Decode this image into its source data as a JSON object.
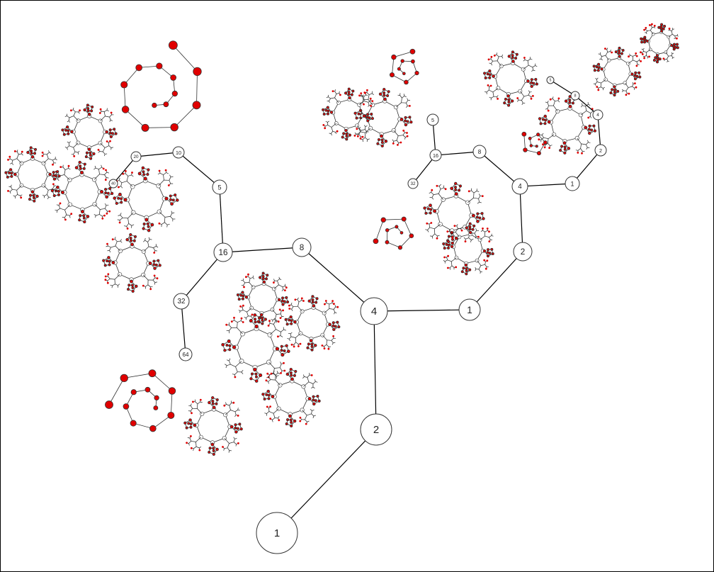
{
  "graph": {
    "colors": {
      "background": "#ffffff",
      "node_fill": "#ffffff",
      "node_stroke": "#333333",
      "edge": "#000000",
      "highlight": "#e00000"
    },
    "nodes": [
      {
        "id": "n1",
        "label": "1"
      },
      {
        "id": "n2",
        "label": "2"
      },
      {
        "id": "n4",
        "label": "4"
      },
      {
        "id": "n8",
        "label": "8"
      },
      {
        "id": "n16",
        "label": "16"
      },
      {
        "id": "n32",
        "label": "32"
      },
      {
        "id": "n64",
        "label": "64"
      },
      {
        "id": "n5",
        "label": "5"
      },
      {
        "id": "n10",
        "label": "10"
      },
      {
        "id": "na1",
        "label": "1"
      },
      {
        "id": "na2",
        "label": "2"
      },
      {
        "id": "na4",
        "label": "4"
      },
      {
        "id": "na8",
        "label": "8"
      },
      {
        "id": "na16",
        "label": "16"
      },
      {
        "id": "na32",
        "label": "32"
      },
      {
        "id": "na5",
        "label": "5"
      },
      {
        "id": "nb1",
        "label": "1"
      },
      {
        "id": "nb2",
        "label": "2"
      },
      {
        "id": "nb4",
        "label": "4"
      },
      {
        "id": "nb8",
        "label": "8"
      },
      {
        "id": "nb5",
        "label": "5"
      },
      {
        "id": "nc20",
        "label": "20"
      },
      {
        "id": "nc40",
        "label": "40"
      }
    ],
    "edges": [
      [
        "n1",
        "n2"
      ],
      [
        "n2",
        "n4"
      ],
      [
        "n4",
        "n8"
      ],
      [
        "n8",
        "n16"
      ],
      [
        "n16",
        "n32"
      ],
      [
        "n32",
        "n64"
      ],
      [
        "n16",
        "n5"
      ],
      [
        "n5",
        "n10"
      ],
      [
        "n4",
        "na1"
      ],
      [
        "na1",
        "na2"
      ],
      [
        "na2",
        "na4"
      ],
      [
        "na4",
        "na8"
      ],
      [
        "na8",
        "na16"
      ],
      [
        "na16",
        "na32"
      ],
      [
        "na16",
        "na5"
      ],
      [
        "na4",
        "nb1"
      ],
      [
        "nb1",
        "nb2"
      ],
      [
        "nb2",
        "nb4"
      ],
      [
        "nb4",
        "nb8"
      ],
      [
        "nb8",
        "nb5"
      ],
      [
        "n10",
        "nc20"
      ],
      [
        "nc20",
        "nc40"
      ]
    ]
  }
}
